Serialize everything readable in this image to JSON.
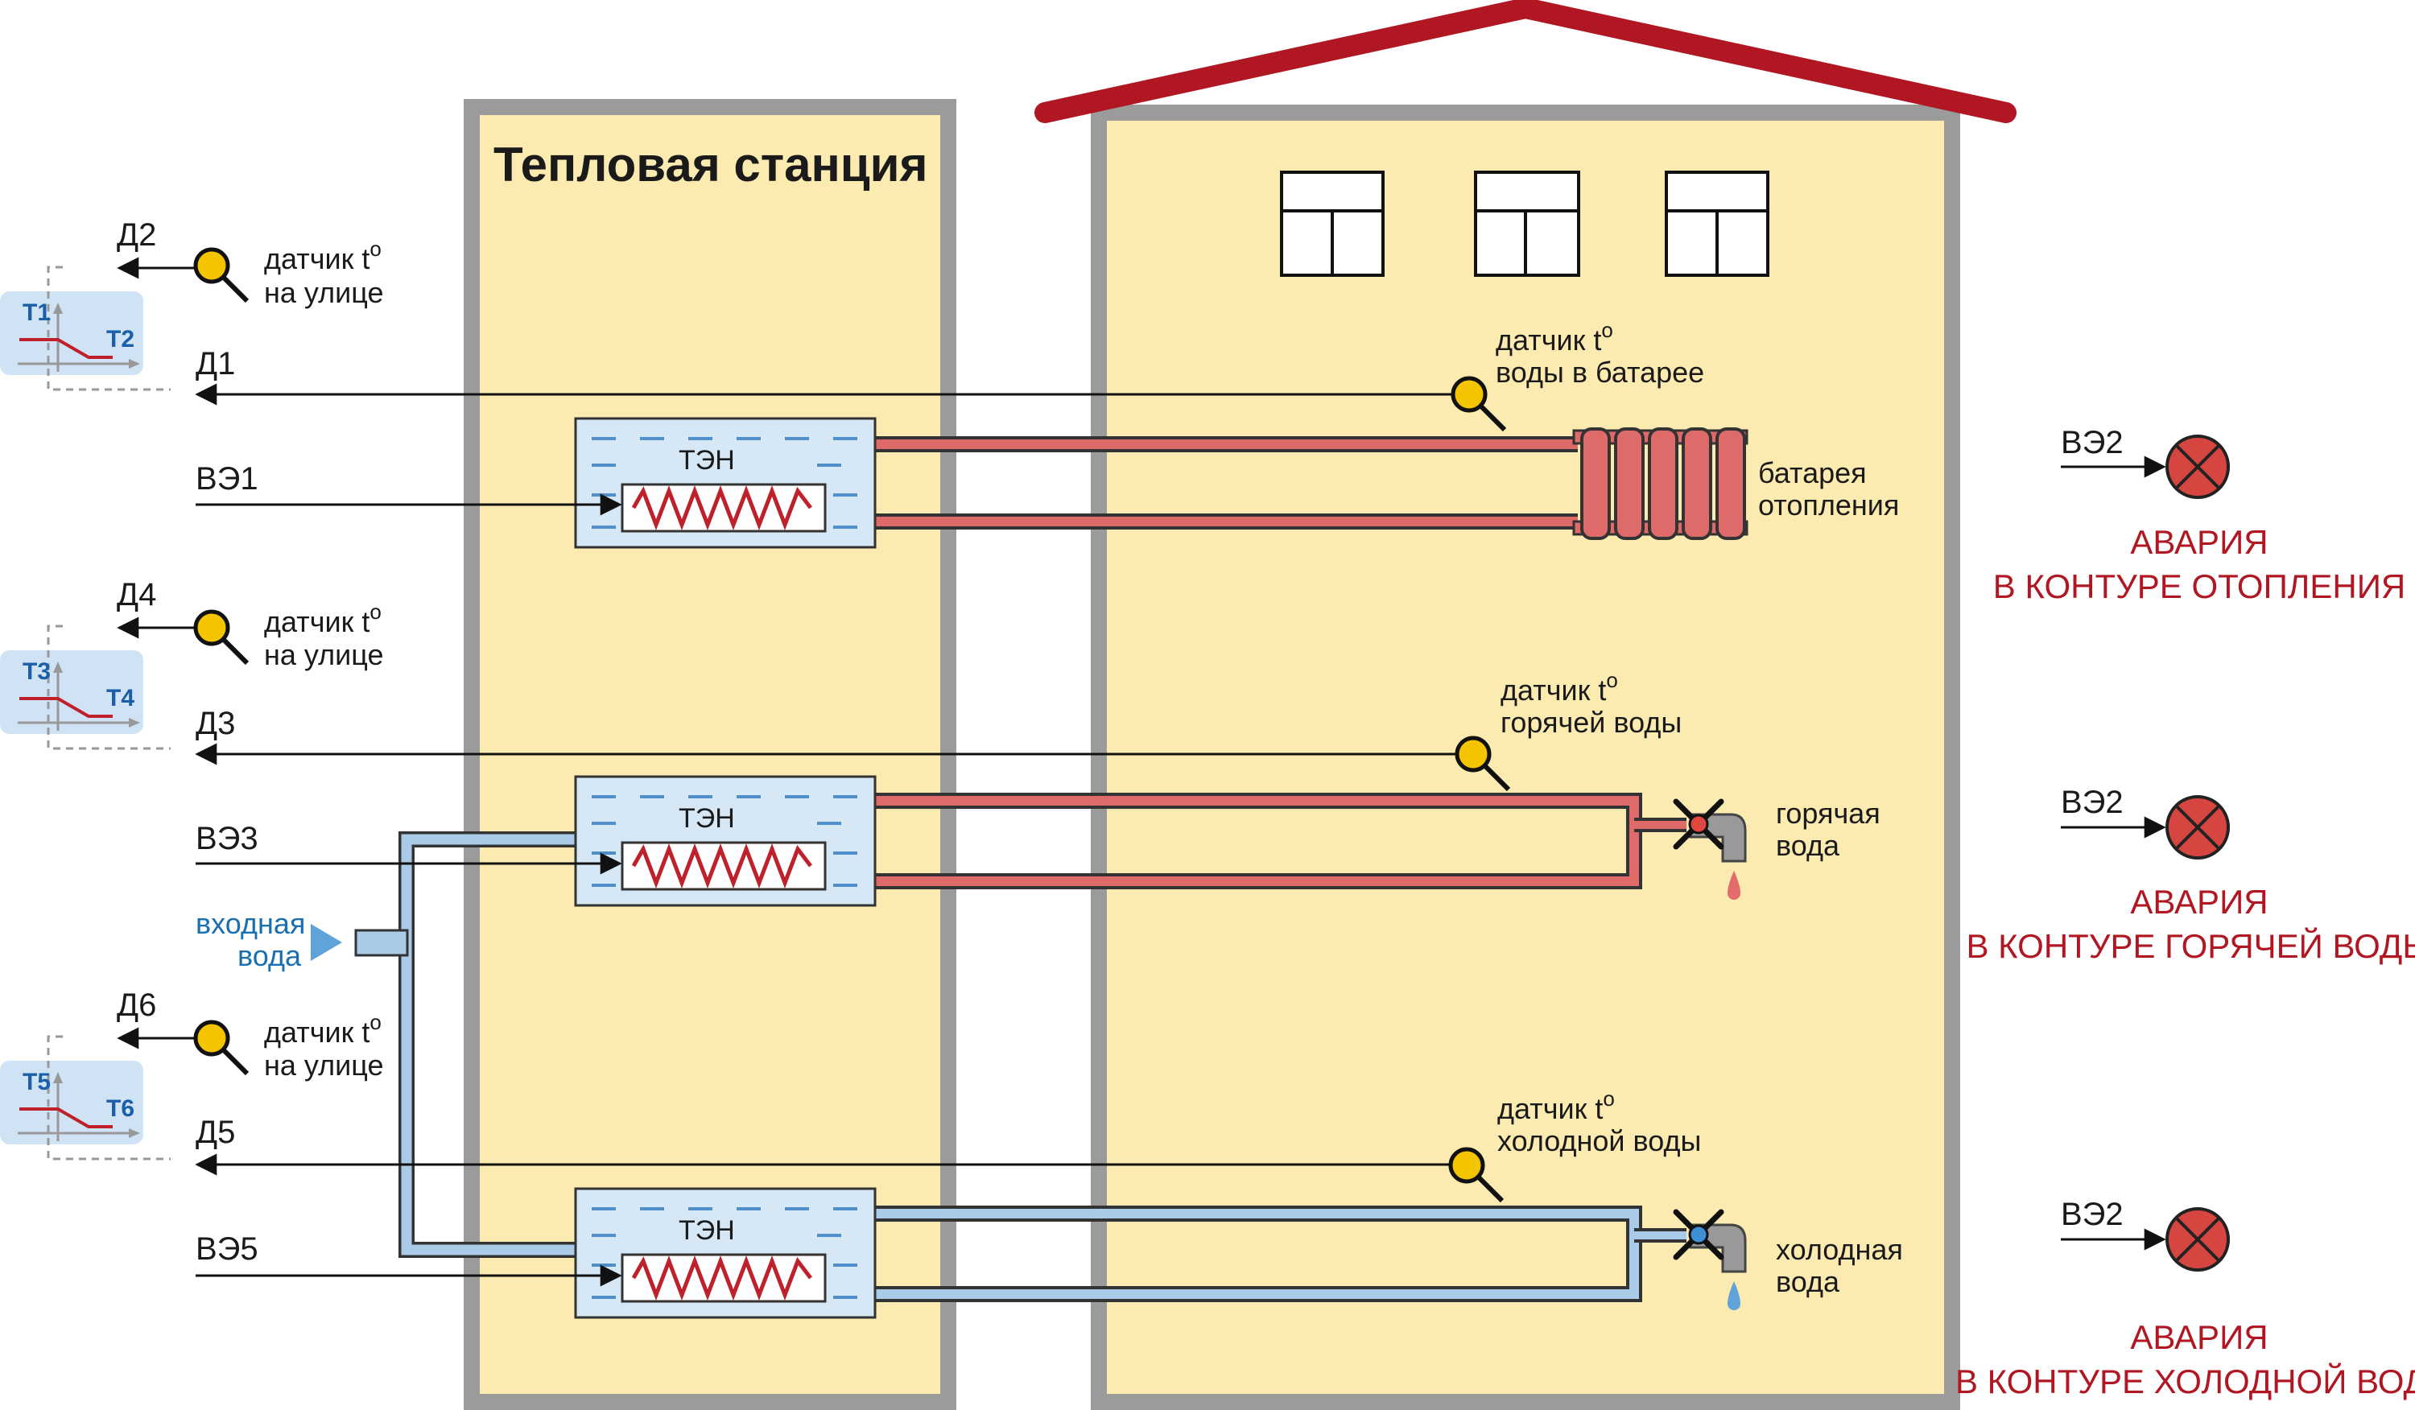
{
  "station_title": "Тепловая станция",
  "heater_label": "ТЭН",
  "sensor_sup": "o",
  "sensors": {
    "d2": {
      "code": "Д2",
      "line1": "датчик t",
      "line2": "на улице"
    },
    "d1": {
      "code": "Д1",
      "line1": "датчик t",
      "line2": "воды в батарее"
    },
    "ve1": {
      "code": "ВЭ1"
    },
    "d4": {
      "code": "Д4",
      "line1": "датчик t",
      "line2": "на улице"
    },
    "d3": {
      "code": "Д3",
      "line1": "датчик t",
      "line2": "горячей воды"
    },
    "ve3": {
      "code": "ВЭ3"
    },
    "d6": {
      "code": "Д6",
      "line1": "датчик t",
      "line2": "на улице"
    },
    "d5": {
      "code": "Д5",
      "line1": "датчик t",
      "line2": "холодной воды"
    },
    "ve5": {
      "code": "ВЭ5"
    }
  },
  "graphs": [
    {
      "t_top": "Т1",
      "t_bottom": "Т2"
    },
    {
      "t_top": "Т3",
      "t_bottom": "Т4"
    },
    {
      "t_top": "Т5",
      "t_bottom": "Т6"
    }
  ],
  "inlet": {
    "line1": "входная",
    "line2": "вода"
  },
  "radiator": {
    "line1": "батарея",
    "line2": "отопления"
  },
  "hot_tap": {
    "line1": "горячая",
    "line2": "вода"
  },
  "cold_tap": {
    "line1": "холодная",
    "line2": "вода"
  },
  "alarms": [
    {
      "code": "ВЭ2",
      "line1": "АВАРИЯ",
      "line2": "В КОНТУРЕ ОТОПЛЕНИЯ"
    },
    {
      "code": "ВЭ2",
      "line1": "АВАРИЯ",
      "line2": "В КОНТУРЕ ГОРЯЧЕЙ ВОДЫ"
    },
    {
      "code": "ВЭ2",
      "line1": "АВАРИЯ",
      "line2": "В КОНТУРЕ ХОЛОДНОЙ ВОДЫ"
    }
  ],
  "colors": {
    "building_fill": "#fcebb0",
    "wall": "#9b9b9b",
    "roof": "#b01722",
    "hot_pipe": "#de6a6a",
    "cold_pipe": "#a9cbe8",
    "tank_fill": "#d6e8f6",
    "alarm_lamp": "#d6453f",
    "sensor_yellow": "#f5c400"
  }
}
